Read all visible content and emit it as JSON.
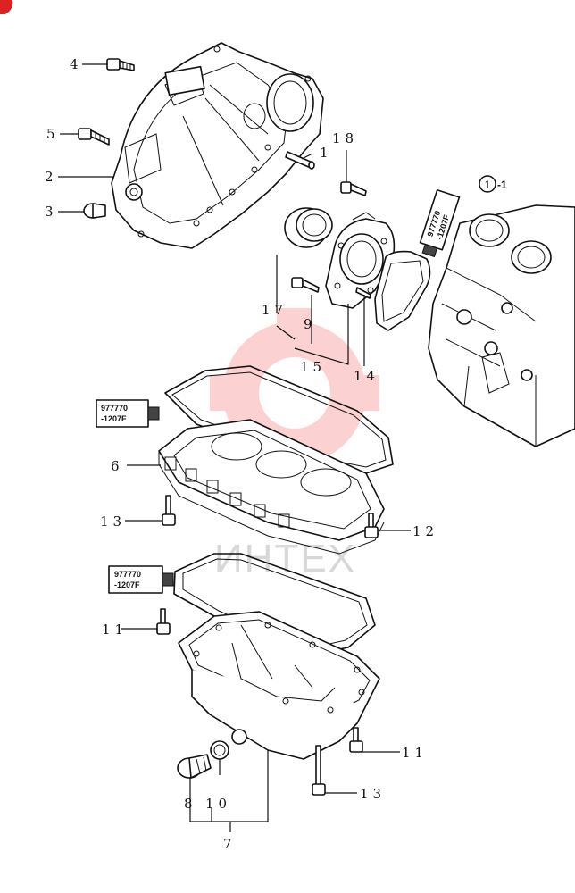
{
  "diagram": {
    "callouts": [
      {
        "id": "c1",
        "text": "1"
      },
      {
        "id": "c2",
        "text": "2"
      },
      {
        "id": "c3",
        "text": "3"
      },
      {
        "id": "c4",
        "text": "4"
      },
      {
        "id": "c5",
        "text": "5"
      },
      {
        "id": "c6",
        "text": "6"
      },
      {
        "id": "c7",
        "text": "7"
      },
      {
        "id": "c8",
        "text": "8"
      },
      {
        "id": "c9",
        "text": "9"
      },
      {
        "id": "c10",
        "text": "10"
      },
      {
        "id": "c11a",
        "text": "11"
      },
      {
        "id": "c11b",
        "text": "11"
      },
      {
        "id": "c12",
        "text": "12"
      },
      {
        "id": "c13a",
        "text": "13"
      },
      {
        "id": "c13b",
        "text": "13"
      },
      {
        "id": "c14",
        "text": "14"
      },
      {
        "id": "c15",
        "text": "15"
      },
      {
        "id": "c17",
        "text": "17"
      },
      {
        "id": "c18",
        "text": "18"
      }
    ],
    "sealant_tube_lines": [
      "977770",
      "-1207F"
    ],
    "assembly_ref": {
      "circle": "1",
      "suffix": "-1"
    },
    "watermark_text": "ИНТЕХ"
  }
}
